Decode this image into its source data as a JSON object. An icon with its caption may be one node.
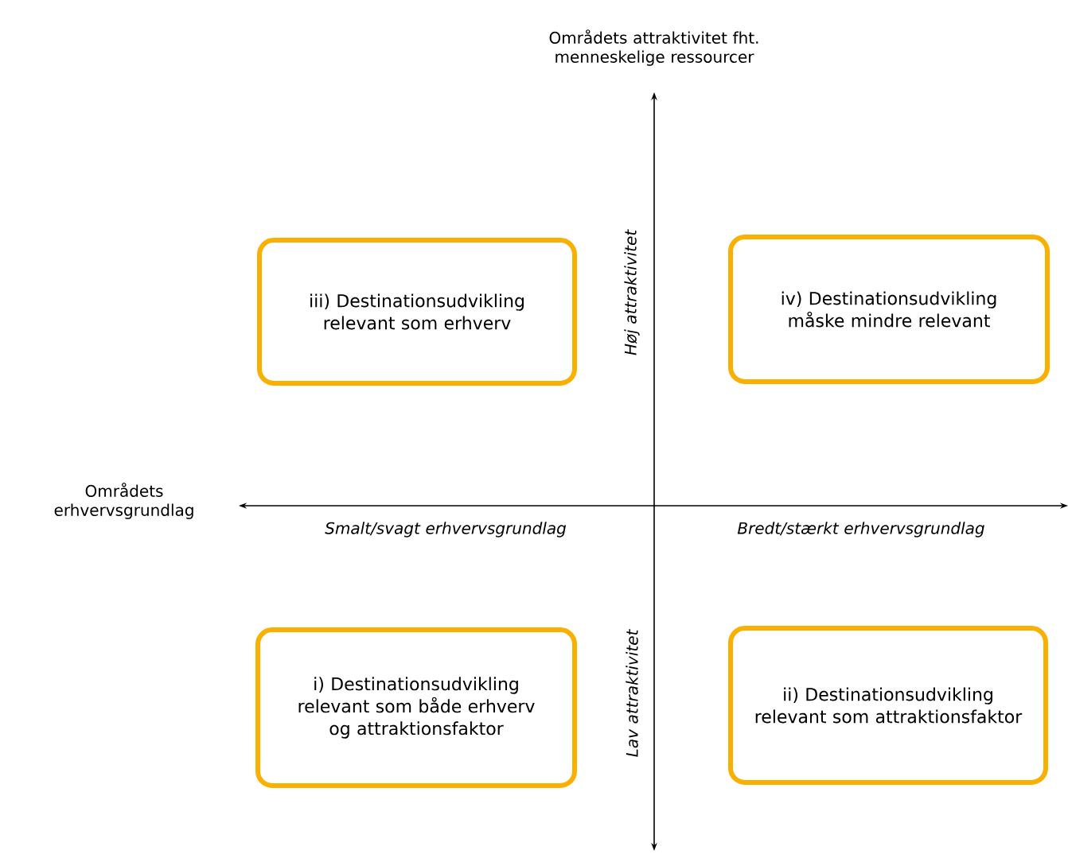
{
  "diagram": {
    "nodes": [
      {
        "text": [
          "iii) Destinationsudvikling relevant som erhverv"
        ]
      },
      {
        "text": [
          "iv) Destinationsudvikling måske mindre relevant"
        ]
      },
      {
        "text": [
          "i) Destinationsudvikling relevant som både erhverv og attraktionsfaktor"
        ]
      },
      {
        "text": [
          "ii) Destinationsudvikling relevant som attraktionsfaktor"
        ]
      }
    ],
    "labels": [
      "Områdets attraktivitet fht. menneskelige ressourcer",
      "Høj attraktivitet",
      "Områdets erhvervsgrundlag",
      "Smalt/svagt erhvervsgrundlag",
      "Bredt/stærkt erhvervsgrundlag",
      "Lav attraktivitet"
    ]
  }
}
